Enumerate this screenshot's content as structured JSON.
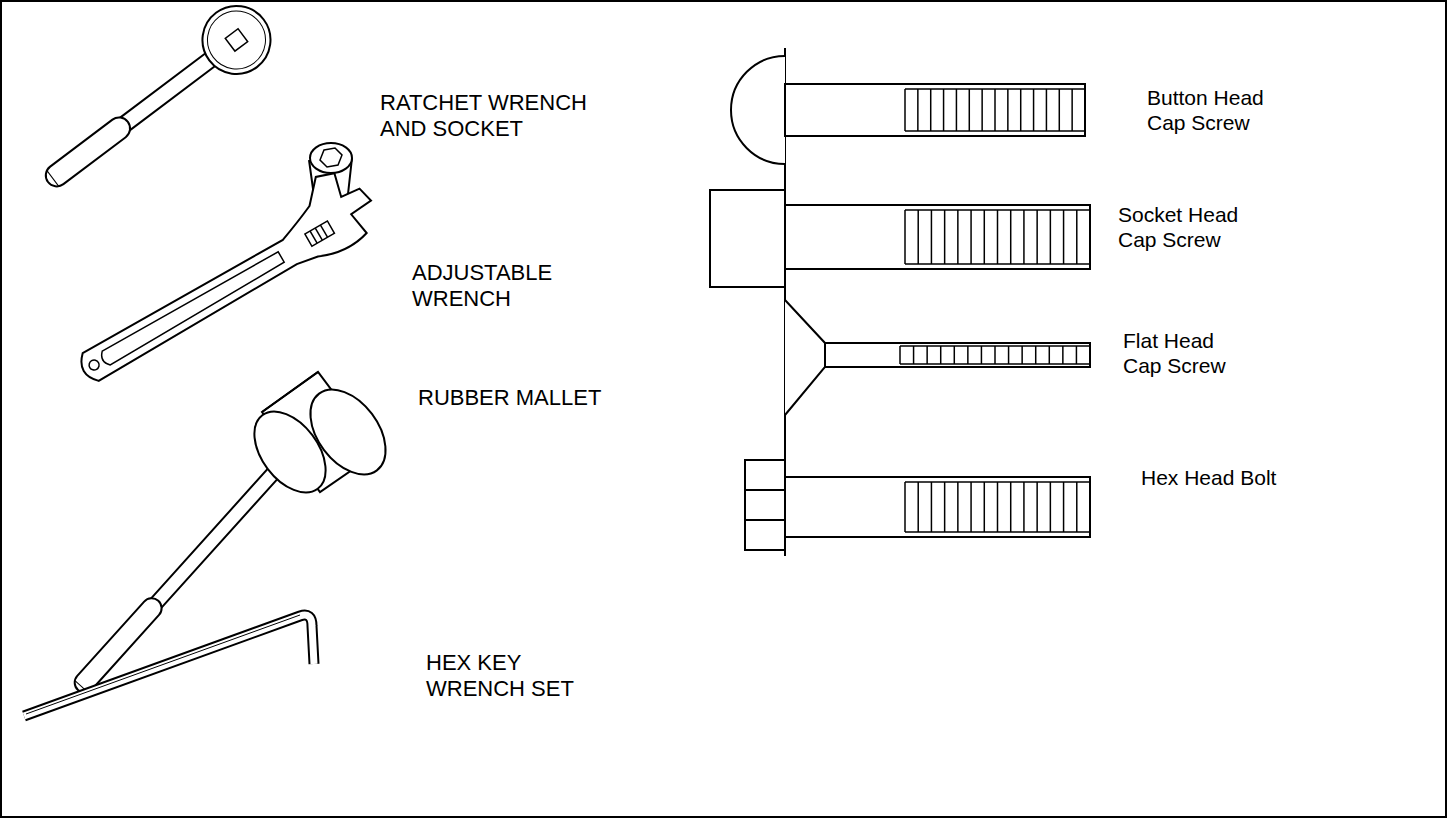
{
  "diagram": {
    "labels": [
      "RATCHET WRENCH AND SOCKET",
      "ADJUSTABLE WRENCH",
      "RUBBER MALLET",
      "HEX KEY WRENCH SET",
      "Button Head Cap Screw",
      "Socket Head Cap Screw",
      "Flat Head Cap Screw",
      "Hex Head Bolt"
    ]
  }
}
